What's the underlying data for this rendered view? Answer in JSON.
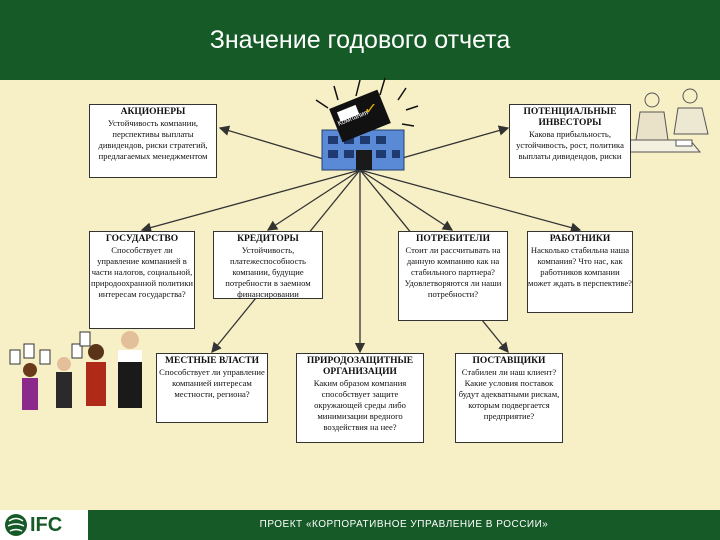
{
  "header": {
    "title": "Значение годового отчета"
  },
  "footer": {
    "logo": "IFC",
    "text": "ПРОЕКТ «КОРПОРАТИВНОЕ УПРАВЛЕНИЕ В РОССИИ»"
  },
  "center": {
    "sign_text": "Компания",
    "check": "✓"
  },
  "boxes": {
    "shareholders": {
      "title": "АКЦИОНЕРЫ",
      "text": "Устойчивость компании, перспективы выплаты дивидендов, риски стратегий, предлагаемых менеджментом"
    },
    "investors": {
      "title": "ПОТЕНЦИАЛЬНЫЕ ИНВЕСТОРЫ",
      "text": "Какова прибыльность, устойчивость, рост, политика выплаты дивидендов, риски"
    },
    "state": {
      "title": "ГОСУДАРСТВО",
      "text": "Способствует ли управление компанией в части налогов, социальной, природоохранной политики интересам государства?"
    },
    "creditors": {
      "title": "КРЕДИТОРЫ",
      "text": "Устойчивость, платежеспособность компании, будущие потребности в заемном финансировании"
    },
    "consumers": {
      "title": "ПОТРЕБИТЕЛИ",
      "text": "Стоит ли рассчитывать на данную компанию как на стабильного партнера? Удовлетворяются ли наши потребности?"
    },
    "employees": {
      "title": "РАБОТНИКИ",
      "text": "Насколько стабильна наша компания? Что нас, как работников компании может ждать в перспективе?"
    },
    "local": {
      "title": "МЕСТНЫЕ ВЛАСТИ",
      "text": "Способствует ли управление компанией интересам местности, региона?"
    },
    "environmental": {
      "title": "ПРИРОДОЗАЩИТНЫЕ ОРГАНИЗАЦИИ",
      "text": "Каким образом компания способствует защите окружающей среды либо минимизации вредного воздействия на нее?"
    },
    "suppliers": {
      "title": "ПОСТАВЩИКИ",
      "text": "Стабилен ли наш клиент? Какие условия поставок будут адекватными рискам, которым подвергается предприятие?"
    }
  },
  "colors": {
    "header": "#165a28",
    "background": "#f7f0c6",
    "box": "#ffffff",
    "arrow": "#333333"
  }
}
